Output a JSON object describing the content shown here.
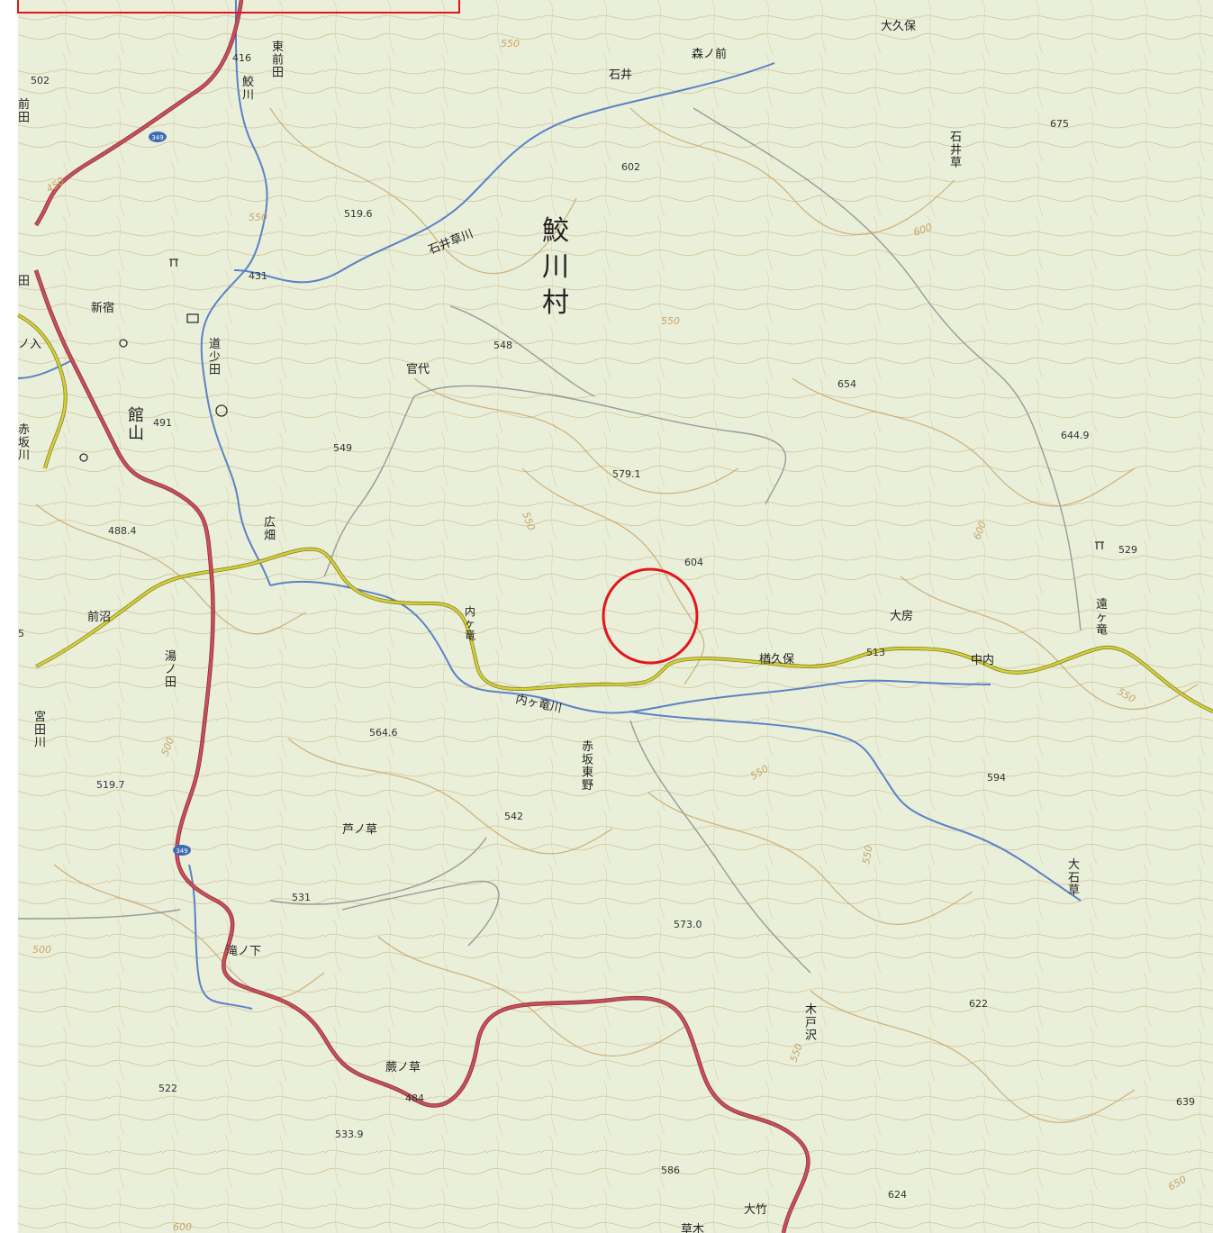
{
  "map": {
    "village": {
      "chars": [
        "鮫",
        "川",
        "村"
      ]
    },
    "place_labels": [
      {
        "text": "大久保"
      },
      {
        "text": "森ノ前"
      },
      {
        "text": "石井"
      },
      {
        "text": "石井草"
      },
      {
        "text": "東前田"
      },
      {
        "text": "前田"
      },
      {
        "text": "道少田"
      },
      {
        "text": "新宿"
      },
      {
        "text": "官代"
      },
      {
        "text": "館山"
      },
      {
        "text": "広畑"
      },
      {
        "text": "前沼"
      },
      {
        "text": "湯ノ田"
      },
      {
        "text": "内ヶ竜"
      },
      {
        "text": "楢久保"
      },
      {
        "text": "大房"
      },
      {
        "text": "中内"
      },
      {
        "text": "遠ヶ竜"
      },
      {
        "text": "赤坂東野"
      },
      {
        "text": "芦ノ草"
      },
      {
        "text": "大石草"
      },
      {
        "text": "滝ノ下"
      },
      {
        "text": "木戸沢"
      },
      {
        "text": "蕨ノ草"
      },
      {
        "text": "大竹"
      },
      {
        "text": "草木"
      },
      {
        "text": "ノ入"
      },
      {
        "text": "田"
      }
    ],
    "river_labels": [
      {
        "text": "鮫川"
      },
      {
        "text": "石井草川"
      },
      {
        "text": "内ヶ竜川"
      },
      {
        "text": "宮田川"
      },
      {
        "text": "赤坂川"
      }
    ],
    "elevations": [
      {
        "text": "502"
      },
      {
        "text": "416"
      },
      {
        "text": "675"
      },
      {
        "text": "602"
      },
      {
        "text": "519.6"
      },
      {
        "text": "431"
      },
      {
        "text": "548"
      },
      {
        "text": "654"
      },
      {
        "text": "491"
      },
      {
        "text": "549"
      },
      {
        "text": "579.1"
      },
      {
        "text": "644.9"
      },
      {
        "text": "488.4"
      },
      {
        "text": "604"
      },
      {
        "text": "529"
      },
      {
        "text": "513"
      },
      {
        "text": "564.6"
      },
      {
        "text": "594"
      },
      {
        "text": "519.7"
      },
      {
        "text": "542"
      },
      {
        "text": "531"
      },
      {
        "text": "573.0"
      },
      {
        "text": "622"
      },
      {
        "text": "522"
      },
      {
        "text": "484"
      },
      {
        "text": "533.9"
      },
      {
        "text": "639"
      },
      {
        "text": "586"
      },
      {
        "text": "624"
      },
      {
        "text": "5"
      }
    ],
    "contour_labels": [
      {
        "text": "550"
      },
      {
        "text": "450"
      },
      {
        "text": "550"
      },
      {
        "text": "600"
      },
      {
        "text": "550"
      },
      {
        "text": "600"
      },
      {
        "text": "550"
      },
      {
        "text": "550"
      },
      {
        "text": "550"
      },
      {
        "text": "500"
      },
      {
        "text": "550"
      },
      {
        "text": "650"
      },
      {
        "text": "600"
      },
      {
        "text": "550"
      },
      {
        "text": "500"
      }
    ],
    "route_shields": [
      {
        "text": "349"
      },
      {
        "text": "349"
      }
    ],
    "colors": {
      "background": "#e9efd9",
      "contour": "#c9a46a",
      "river": "#5b82c6",
      "highway": "#c8505c",
      "prefectural_road": "#d6cf3a",
      "local_road": "#9a9a9a",
      "highlight_circle": "#e4141c",
      "box_outline": "#e4141c"
    }
  }
}
